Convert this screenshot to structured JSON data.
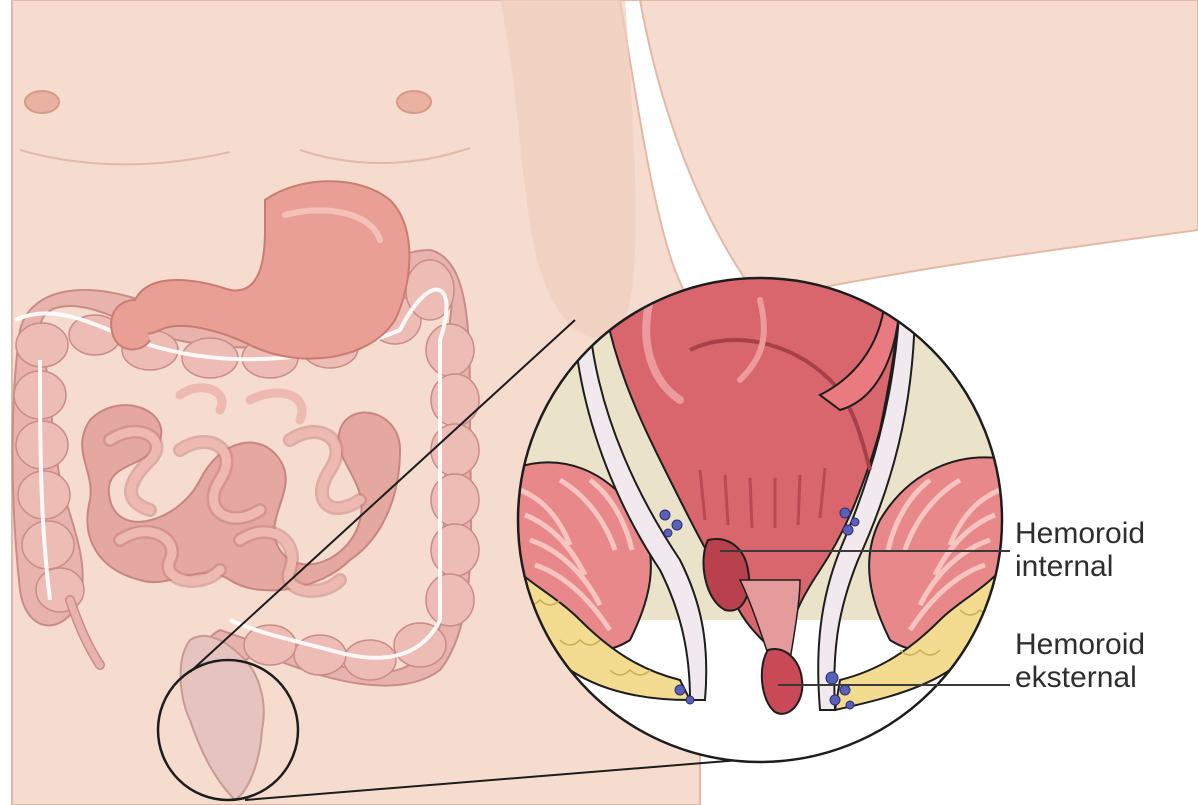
{
  "labels": {
    "internal": {
      "line1": "Hemoroid",
      "line2": "internal"
    },
    "external": {
      "line1": "Hemoroid",
      "line2": "eksternal"
    }
  },
  "colors": {
    "skin": "#f6dccf",
    "skin_outline": "#e8bfae",
    "colon": "#e9b3ad",
    "colon_outline": "#c98c86",
    "small_intestine": "#e5a8a0",
    "stomach": "#ea9f94",
    "rectum_interior": "#d9666c",
    "rectum_dark": "#b84853",
    "muscle": "#e8888a",
    "fat": "#f3dc8f",
    "pelvic_tissue": "#ece3cc",
    "vein": "#5a5fb8",
    "outline": "#1d1d1d",
    "label_text": "#2e2e2e"
  },
  "icons": {
    "zoom_source": "magnify-circle-icon"
  }
}
